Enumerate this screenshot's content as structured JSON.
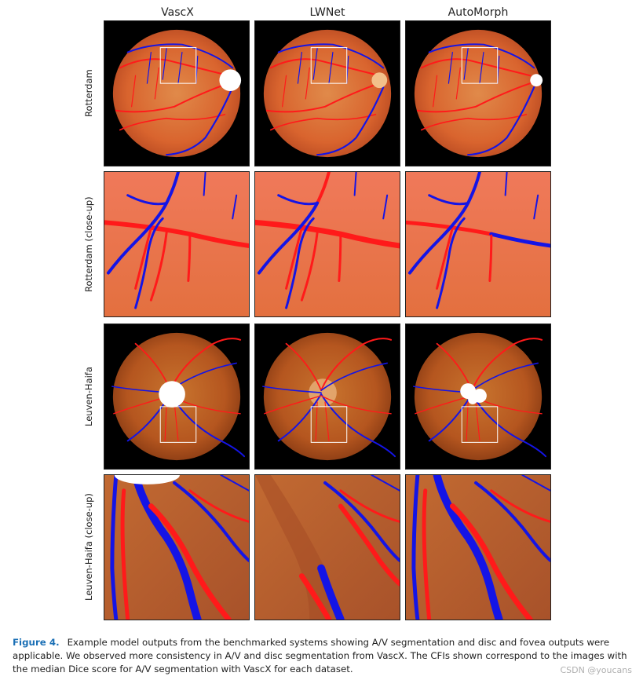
{
  "columns": [
    "VascX",
    "LWNet",
    "AutoMorph"
  ],
  "rows": [
    "Rotterdam",
    "Rotterdam (close-up)",
    "Leuven-Haifa",
    "Leuven-Haifa (close-up)"
  ],
  "caption": {
    "label": "Figure 4.",
    "text": "Example model outputs from the benchmarked systems showing A/V segmentation and disc and fovea outputs were applicable. We observed more consistency in A/V and disc segmentation from VascX. The CFIs shown correspond to the images with the median Dice score for A/V segmentation with VascX for each dataset."
  },
  "watermark": "CSDN @youcans",
  "colors": {
    "artery": "#ff1a1a",
    "vein": "#1414e6",
    "fundus_rotterdam": "#d9642e",
    "fundus_leuven": "#b5561f",
    "disc": "#ffffff"
  }
}
